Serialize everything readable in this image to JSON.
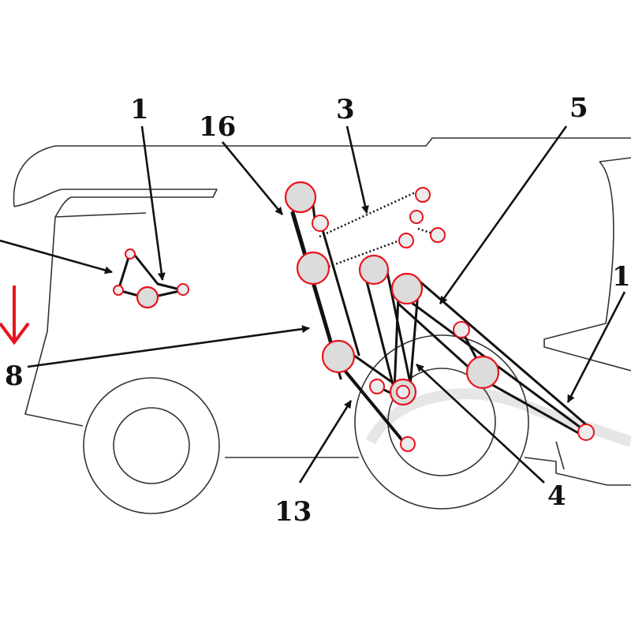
{
  "callouts": {
    "c1_left": "1",
    "c16": "16",
    "c3": "3",
    "c5": "5",
    "c1_right": "1",
    "c8": "8",
    "c13": "13",
    "c4": "4"
  },
  "colors": {
    "pulley_outline": "#e8131b",
    "arrow_indicator": "#e8131b",
    "line": "#111111"
  }
}
